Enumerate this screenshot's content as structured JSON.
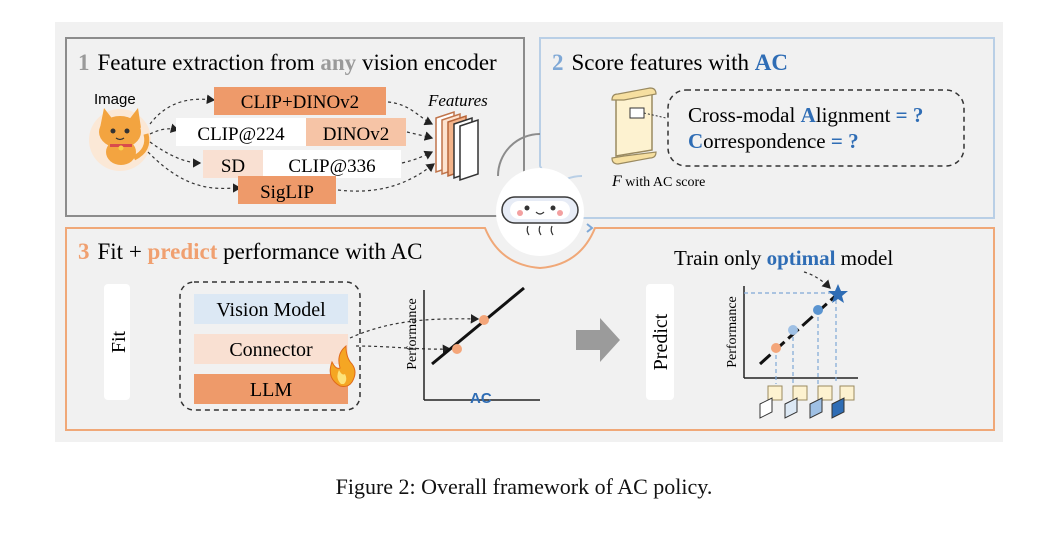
{
  "figure": {
    "caption": "Figure 2: Overall framework of AC policy."
  },
  "panel1": {
    "num": "1",
    "title_pre": "Feature extraction from ",
    "title_hl": "any",
    "title_post": " vision encoder",
    "image_label": "Image",
    "features_label": "Features",
    "encoders": [
      "CLIP+DINOv2",
      "CLIP@224",
      "DINOv2",
      "SD",
      "CLIP@336",
      "SigLIP"
    ]
  },
  "panel2": {
    "num": "2",
    "title_pre": "Score features with ",
    "title_hl": "AC",
    "bubble_line1_pre": "Cross-modal ",
    "bubble_line1_a": "A",
    "bubble_line1_mid": "lignment ",
    "bubble_line1_q": "= ?",
    "bubble_line2_c": "C",
    "bubble_line2_mid": "orrespondence ",
    "bubble_line2_q": "= ?",
    "score_label_sym": "F",
    "score_label": " with AC score"
  },
  "panel3": {
    "num": "3",
    "title_pre": "Fit + ",
    "title_hl": "predict",
    "title_post": " performance with AC",
    "fit_label": "Fit",
    "predict_label": "Predict",
    "stack": [
      "Vision Model",
      "Connector",
      "LLM"
    ],
    "ylabel": "Performance",
    "xlabel": "AC",
    "train_pre": "Train only ",
    "train_hl": "optimal",
    "train_post": " model"
  },
  "colors": {
    "orange": "#f0a070",
    "orange_light": "#f7d3bd",
    "orange_strong": "#ee9060",
    "blue": "#2f6db5",
    "blue_light": "#dce8f4",
    "gray_text": "#999999",
    "panel_bg": "#f2f2f2"
  }
}
